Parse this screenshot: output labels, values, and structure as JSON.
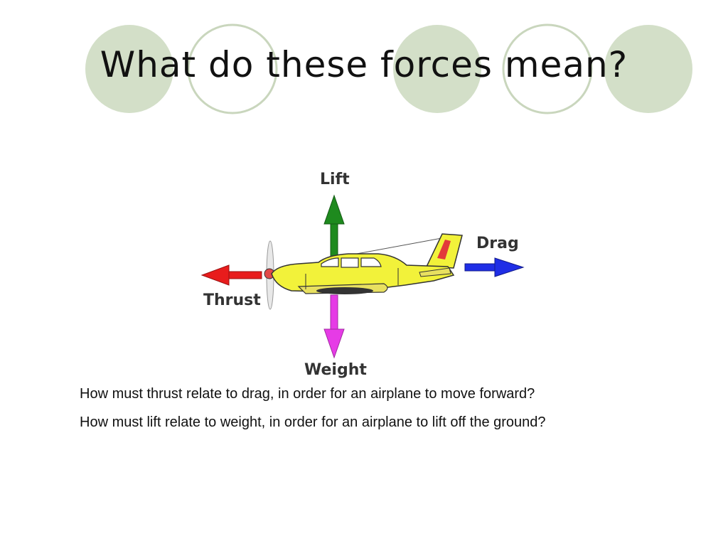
{
  "slide": {
    "title": "What do these forces mean?"
  },
  "diagram": {
    "labels": {
      "lift": "Lift",
      "drag": "Drag",
      "thrust": "Thrust",
      "weight": "Weight"
    },
    "colors": {
      "lift": "#1e8a1e",
      "drag": "#1f2ee6",
      "thrust": "#e81c1c",
      "weight": "#e63be6",
      "airplane_body": "#f2f23a"
    }
  },
  "questions": [
    "How must thrust relate to drag, in order for an airplane to move forward?",
    "How must lift relate to weight, in order for an airplane to lift off the ground?"
  ],
  "decoration": {
    "circle_fill": "#d3dfc8",
    "circle_stroke": "#c9d6bd"
  }
}
